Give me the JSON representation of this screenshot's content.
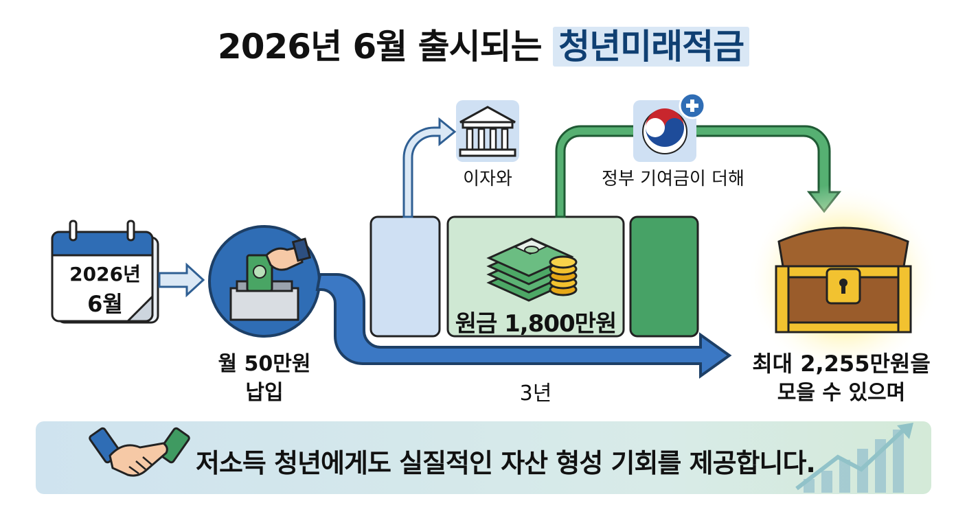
{
  "title": {
    "lead": "2026년 6월 출시되는 ",
    "highlight": "청년미래적금"
  },
  "calendar": {
    "year": "2026년",
    "month": "6월"
  },
  "deposit": {
    "line1": "월 50만원",
    "line2": "납입"
  },
  "bank_label": "이자와",
  "government_label": "정부 기여금이 더해",
  "principal_label": "원금 1,800만원",
  "duration_label": "3년",
  "result": {
    "line1": "최대 2,255만원을",
    "line2": "모을 수 있으며"
  },
  "banner_text": "저소득 청년에게도 실질적인 자산 형성 기회를 제공합니다.",
  "colors": {
    "primary_blue": "#2f6db5",
    "light_blue": "#cfe0f3",
    "light_green": "#cfe8d3",
    "dark_green": "#3f9a61",
    "gold": "#f2c230",
    "banner_bg": "#d8eaf0"
  },
  "icons": [
    "calendar-icon",
    "deposit-box-icon",
    "bank-icon",
    "government-emblem-icon",
    "plus-icon",
    "money-stack-icon",
    "coin-stack-icon",
    "treasure-chest-icon",
    "handshake-icon",
    "growth-chart-icon"
  ]
}
